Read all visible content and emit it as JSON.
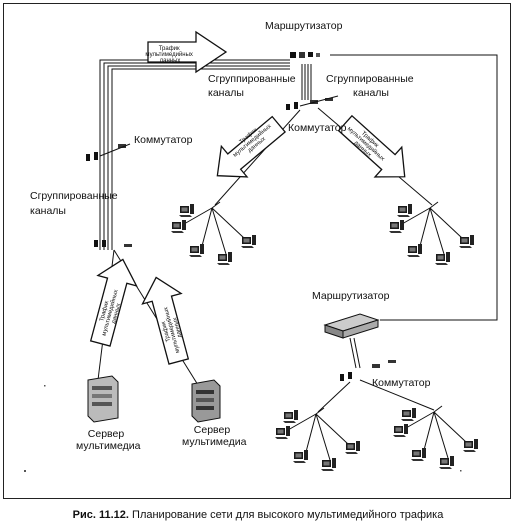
{
  "labels": {
    "router_top": "Маршрутизатор",
    "router_mid": "Маршрутизатор",
    "switch_left": "Коммутатор",
    "switch_center": "Коммутатор",
    "switch_bottom": "Коммутатор",
    "bundled_left_1": "Сгруппированные",
    "bundled_left_2": "каналы",
    "bundled_center_1": "Сгруппированные",
    "bundled_center_2": "каналы",
    "bundled_right_1": "Сгруппированные",
    "bundled_right_2": "каналы",
    "server1_1": "Сервер",
    "server1_2": "мультимедиа",
    "server2_1": "Сервер",
    "server2_2": "мультимедиа"
  },
  "arrows": {
    "top": [
      "Трафик",
      "мультимедийных",
      "данных"
    ],
    "left_up": [
      "Трафик",
      "мультимедийных",
      "данных"
    ],
    "right_up": [
      "Трафик",
      "мультимедийных",
      "данных"
    ],
    "center_left": [
      "Трафик",
      "мультимедийных",
      "данных"
    ],
    "center_right": [
      "Трафик",
      "мультимедийных",
      "данных"
    ]
  },
  "caption": {
    "number": "Рис. 11.12.",
    "text": "Планирование сети для высокого мультимедийного трафика"
  }
}
